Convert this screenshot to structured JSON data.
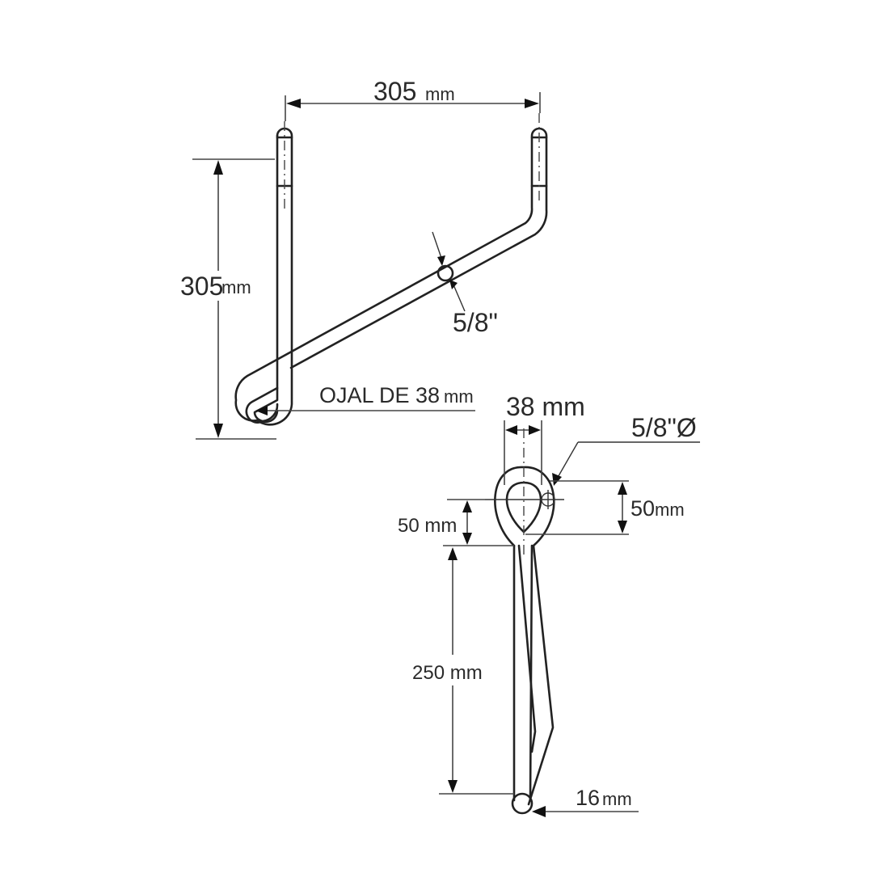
{
  "top_view": {
    "width_dim": {
      "value": "305",
      "unit": "mm"
    },
    "height_dim": {
      "value": "305",
      "unit": "mm"
    },
    "bar_diameter": {
      "value": "5/8\""
    },
    "eye_label": {
      "text": "OJAL DE 38",
      "unit": "mm"
    }
  },
  "side_view": {
    "eye_width": {
      "value": "38 mm"
    },
    "bar_diameter": {
      "value": "5/8\"Ø"
    },
    "eye_height_right": {
      "value": "50",
      "unit": "mm"
    },
    "eye_height_left": {
      "value": "50 mm"
    },
    "shank_length": {
      "value": "250 mm"
    },
    "rod_diameter": {
      "value": "16",
      "unit": "mm"
    }
  },
  "colors": {
    "line": "#222222",
    "text": "#2a2a2a",
    "background": "#ffffff"
  }
}
